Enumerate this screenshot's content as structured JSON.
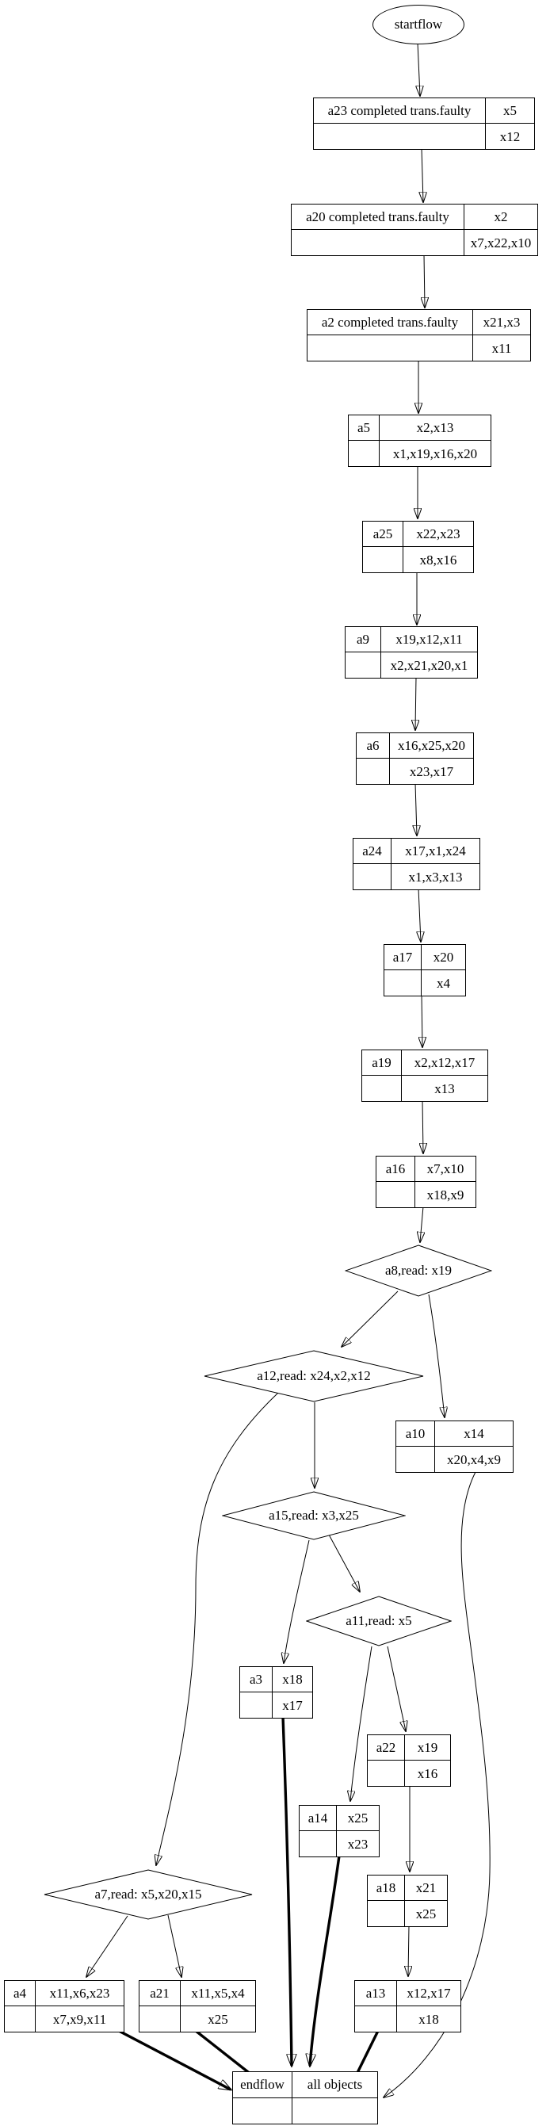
{
  "diagram": {
    "background": "#ffffff",
    "stroke": "#000000",
    "nodes": {
      "startflow": {
        "label": "startflow"
      },
      "a23": {
        "c1": "a23 completed trans.faulty",
        "c2": "x5",
        "c3": "",
        "c4": "x12"
      },
      "a20": {
        "c1": "a20 completed trans.faulty",
        "c2": "x2",
        "c3": "",
        "c4": "x7,x22,x10"
      },
      "a2": {
        "c1": "a2 completed trans.faulty",
        "c2": "x21,x3",
        "c3": "",
        "c4": "x11"
      },
      "a5": {
        "c1": "a5",
        "c2": "x2,x13",
        "c3": "",
        "c4": "x1,x19,x16,x20"
      },
      "a25": {
        "c1": "a25",
        "c2": "x22,x23",
        "c3": "",
        "c4": "x8,x16"
      },
      "a9": {
        "c1": "a9",
        "c2": "x19,x12,x11",
        "c3": "",
        "c4": "x2,x21,x20,x1"
      },
      "a6": {
        "c1": "a6",
        "c2": "x16,x25,x20",
        "c3": "",
        "c4": "x23,x17"
      },
      "a24": {
        "c1": "a24",
        "c2": "x17,x1,x24",
        "c3": "",
        "c4": "x1,x3,x13"
      },
      "a17": {
        "c1": "a17",
        "c2": "x20",
        "c3": "",
        "c4": "x4"
      },
      "a19": {
        "c1": "a19",
        "c2": "x2,x12,x17",
        "c3": "",
        "c4": "x13"
      },
      "a16": {
        "c1": "a16",
        "c2": "x7,x10",
        "c3": "",
        "c4": "x18,x9"
      },
      "a8": {
        "label": "a8,read: x19"
      },
      "a12": {
        "label": "a12,read: x24,x2,x12"
      },
      "a10": {
        "c1": "a10",
        "c2": "x14",
        "c3": "",
        "c4": "x20,x4,x9"
      },
      "a15": {
        "label": "a15,read: x3,x25"
      },
      "a11": {
        "label": "a11,read: x5"
      },
      "a3": {
        "c1": "a3",
        "c2": "x18",
        "c3": "",
        "c4": "x17"
      },
      "a22": {
        "c1": "a22",
        "c2": "x19",
        "c3": "",
        "c4": "x16"
      },
      "a14": {
        "c1": "a14",
        "c2": "x25",
        "c3": "",
        "c4": "x23"
      },
      "a18": {
        "c1": "a18",
        "c2": "x21",
        "c3": "",
        "c4": "x25"
      },
      "a7": {
        "label": "a7,read: x5,x20,x15"
      },
      "a4": {
        "c1": "a4",
        "c2": "x11,x6,x23",
        "c3": "",
        "c4": "x7,x9,x11"
      },
      "a21": {
        "c1": "a21",
        "c2": "x11,x5,x4",
        "c3": "",
        "c4": "x25"
      },
      "a13": {
        "c1": "a13",
        "c2": "x12,x17",
        "c3": "",
        "c4": "x18"
      },
      "endflow": {
        "c1": "endflow",
        "c2": "all objects",
        "c3": "",
        "c4": ""
      }
    },
    "edges": [
      {
        "from": "startflow",
        "to": "a23",
        "style": "normal"
      },
      {
        "from": "a23",
        "to": "a20",
        "style": "normal"
      },
      {
        "from": "a20",
        "to": "a2",
        "style": "normal"
      },
      {
        "from": "a2",
        "to": "a5",
        "style": "normal"
      },
      {
        "from": "a5",
        "to": "a25",
        "style": "normal"
      },
      {
        "from": "a25",
        "to": "a9",
        "style": "normal"
      },
      {
        "from": "a9",
        "to": "a6",
        "style": "normal"
      },
      {
        "from": "a6",
        "to": "a24",
        "style": "normal"
      },
      {
        "from": "a24",
        "to": "a17",
        "style": "normal"
      },
      {
        "from": "a17",
        "to": "a19",
        "style": "normal"
      },
      {
        "from": "a19",
        "to": "a16",
        "style": "normal"
      },
      {
        "from": "a16",
        "to": "a8",
        "style": "normal"
      },
      {
        "from": "a8",
        "to": "a12",
        "style": "normal"
      },
      {
        "from": "a8",
        "to": "a10",
        "style": "normal"
      },
      {
        "from": "a12",
        "to": "a15",
        "style": "normal"
      },
      {
        "from": "a12",
        "to": "a7",
        "style": "normal"
      },
      {
        "from": "a15",
        "to": "a3",
        "style": "normal"
      },
      {
        "from": "a15",
        "to": "a11",
        "style": "normal"
      },
      {
        "from": "a11",
        "to": "a14",
        "style": "normal"
      },
      {
        "from": "a11",
        "to": "a22",
        "style": "normal"
      },
      {
        "from": "a22",
        "to": "a18",
        "style": "normal"
      },
      {
        "from": "a18",
        "to": "a13",
        "style": "normal"
      },
      {
        "from": "a10",
        "to": "endflow",
        "style": "normal"
      },
      {
        "from": "a7",
        "to": "a4",
        "style": "normal"
      },
      {
        "from": "a7",
        "to": "a21",
        "style": "normal"
      },
      {
        "from": "a4",
        "to": "endflow",
        "style": "bold"
      },
      {
        "from": "a21",
        "to": "endflow",
        "style": "bold"
      },
      {
        "from": "a3",
        "to": "endflow",
        "style": "bold"
      },
      {
        "from": "a14",
        "to": "endflow",
        "style": "bold"
      },
      {
        "from": "a13",
        "to": "endflow",
        "style": "bold"
      }
    ]
  }
}
